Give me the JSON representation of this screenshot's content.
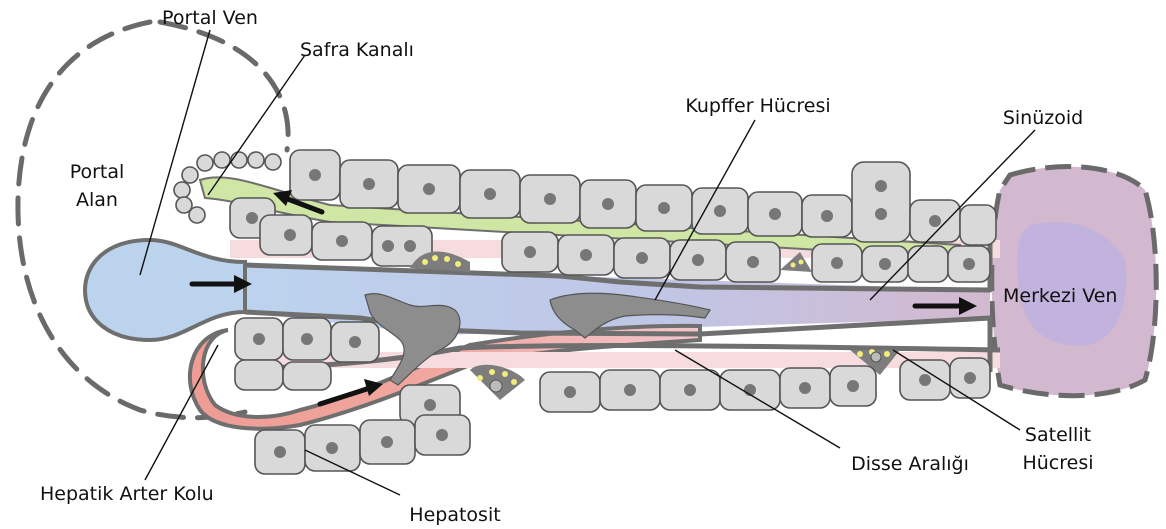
{
  "labels": {
    "portal_vein": "Portal Ven",
    "bile_duct": "Safra Kanalı",
    "portal_area_line1": "Portal",
    "portal_area_line2": "Alan",
    "kupffer_cell": "Kupffer Hücresi",
    "sinusoid": "Sinüzoid",
    "central_vein": "Merkezi Ven",
    "hepatic_artery": "Hepatik Arter Kolu",
    "hepatocyte": "Hepatosit",
    "space_of_disse": "Disse Aralığı",
    "satellite_cell_line1": "Satellit",
    "satellite_cell_line2": "Hücresi"
  },
  "colors": {
    "portal_vein": "#bcd3ee",
    "bile_duct": "#cfe6a4",
    "hepatic_artery": "#ee9c94",
    "central_vein": "#d3b9cf",
    "central_vein_core": "#b9b0e2",
    "hepatocyte": "#d9d9d9",
    "nucleus": "#777777",
    "disse_space": "#f6dcdf",
    "kupffer": "#8d8d8d",
    "satellite_droplets": "#f2ec7a"
  }
}
